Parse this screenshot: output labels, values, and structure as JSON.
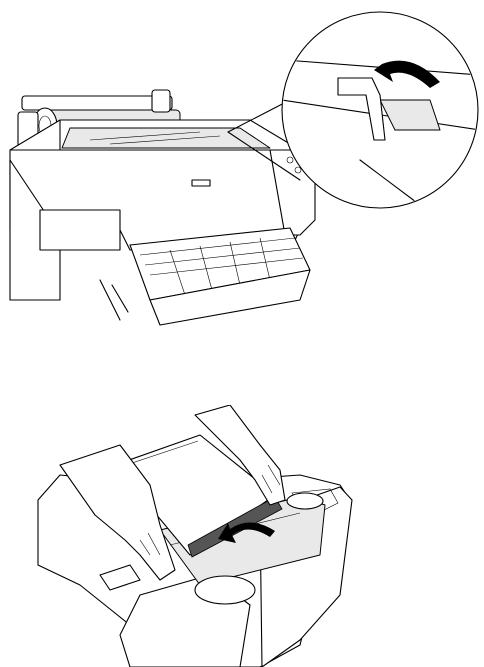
{
  "figures": [
    {
      "id": "printer-overview",
      "description_visible": false,
      "callout": {
        "shows": "roll-paper-lever",
        "arrow_direction": "up"
      }
    },
    {
      "id": "load-roll-paper",
      "callout": {
        "arrow_direction": "left"
      }
    }
  ],
  "colors": {
    "line": "#000000",
    "background": "#ffffff",
    "shade": "#e9e9e9"
  }
}
